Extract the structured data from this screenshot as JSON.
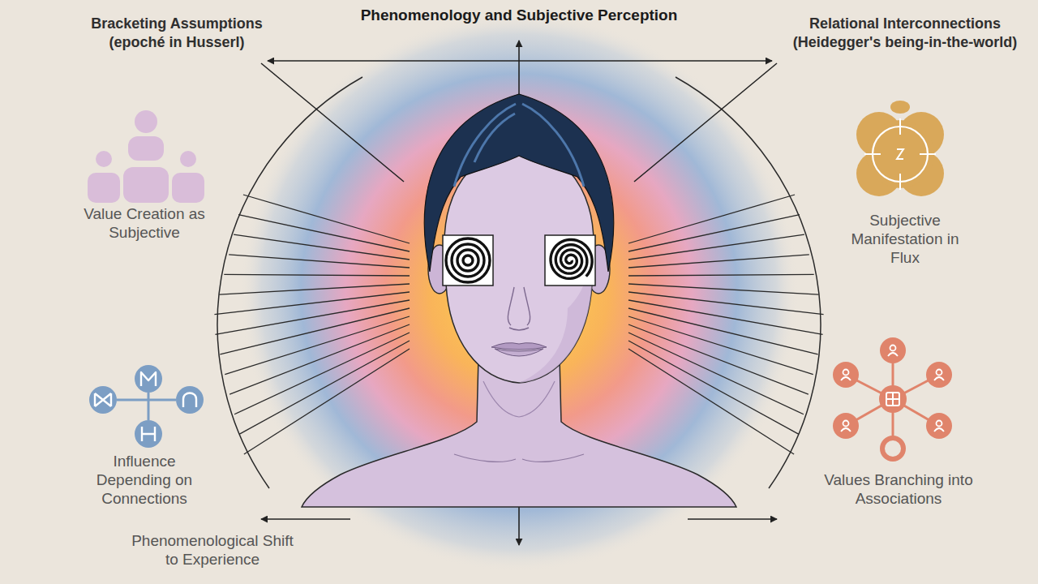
{
  "diagram": {
    "title": "Phenomenology and Subjective Perception",
    "labels": [
      "Bracketing Assumptions (epoché in Husserl)",
      "Relational Interconnections (Heidegger's being-in-the-world)",
      "Value Creation as Subjective",
      "Subjective Manifestation in Flux",
      "Influence Depending on Connections",
      "Values Branching into Associations",
      "Phenomenological Shift to Experience"
    ]
  }
}
